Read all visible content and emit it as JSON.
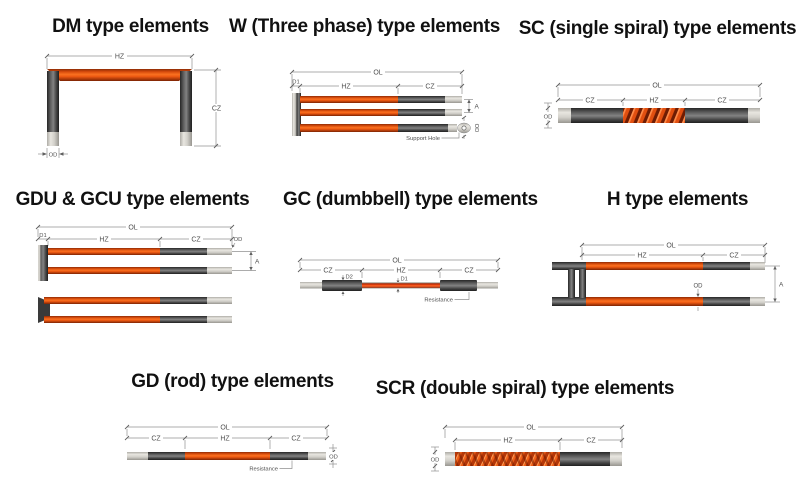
{
  "page": {
    "background": "#ffffff",
    "description": "Silicon carbide heating element type diagrams"
  },
  "colors": {
    "background": "#ffffff",
    "title_color": "#111111",
    "element_orange": "#ef5a12",
    "element_dark_gray": "#4a4a4a",
    "element_tip_gray": "#d6d4ce",
    "spiral_red": "#c23a08",
    "dimension_line_gray": "#8c8c8c",
    "dimension_text_gray": "#4f4f4f"
  },
  "diagrams": {
    "dm": {
      "title": "DM type elements",
      "labels": {
        "hz": "HZ",
        "cz": "CZ",
        "od": "OD"
      }
    },
    "w": {
      "title": "W (Three phase) type elements",
      "labels": {
        "ol": "OL",
        "d1": "D1",
        "hz": "HZ",
        "cz": "CZ",
        "a": "A",
        "od": "OD",
        "support_hole": "Support Hole"
      }
    },
    "sc": {
      "title": "SC (single spiral) type elements",
      "labels": {
        "ol": "OL",
        "hz": "HZ",
        "cz": "CZ",
        "od": "OD"
      }
    },
    "gdu": {
      "title": "GDU & GCU type elements",
      "labels": {
        "ol": "OL",
        "d1": "D1",
        "hz": "HZ",
        "cz": "CZ",
        "od": "OD",
        "a": "A"
      }
    },
    "gc": {
      "title": "GC (dumbbell) type elements",
      "labels": {
        "ol": "OL",
        "hz": "HZ",
        "cz": "CZ",
        "d1": "D1",
        "d2": "D2",
        "resistance": "Resistance"
      }
    },
    "h": {
      "title": "H type elements",
      "labels": {
        "ol": "OL",
        "hz": "HZ",
        "cz": "CZ",
        "od": "OD",
        "a": "A"
      }
    },
    "gd": {
      "title": "GD (rod) type elements",
      "labels": {
        "ol": "OL",
        "hz": "HZ",
        "cz": "CZ",
        "od": "OD",
        "resistance": "Resistance"
      }
    },
    "scr": {
      "title": "SCR (double spiral) type elements",
      "labels": {
        "ol": "OL",
        "hz": "HZ",
        "cz": "CZ",
        "od": "OD"
      }
    }
  }
}
